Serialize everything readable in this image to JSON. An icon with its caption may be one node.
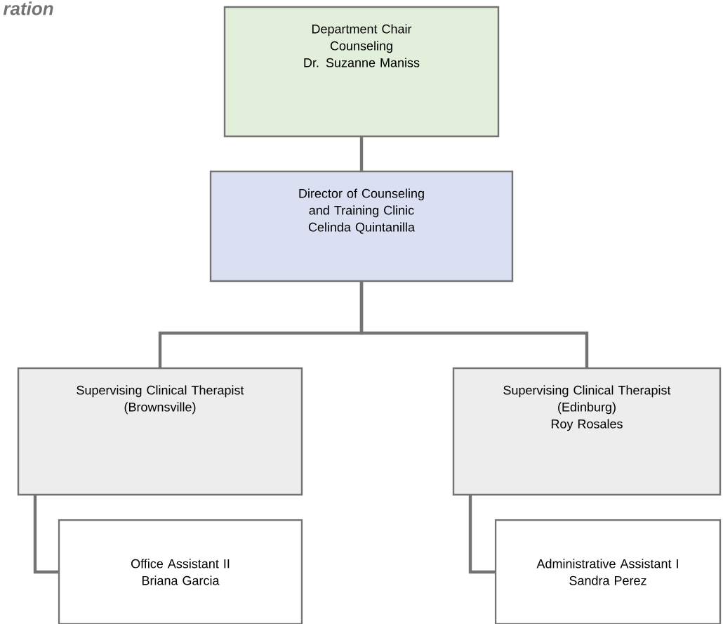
{
  "diagram": {
    "nodes": [
      {
        "text": [
          "Department Chair",
          "Counseling",
          "Dr. Suzanne Maniss"
        ]
      },
      {
        "text": [
          "Director of Counseling and Training Clinic",
          "Celinda Quintanilla"
        ]
      },
      {
        "text": [
          "Supervising Clinical Therapist",
          "(Brownsville)"
        ]
      },
      {
        "text": [
          "Supervising Clinical Therapist",
          "(Edinburg)",
          "Roy Rosales"
        ]
      },
      {
        "text": [
          "Office Assistant II",
          "Briana Garcia"
        ]
      },
      {
        "text": [
          "Administrative Assistant I",
          "Sandra Perez"
        ]
      }
    ],
    "edges": [
      {
        "from": 0,
        "to": 1,
        "arrow": "none"
      },
      {
        "from": 1,
        "to": 2,
        "arrow": "none"
      },
      {
        "from": 1,
        "to": 3,
        "arrow": "none"
      },
      {
        "from": 2,
        "to": 4,
        "arrow": "none"
      },
      {
        "from": 3,
        "to": 5,
        "arrow": "none"
      }
    ],
    "labels": [
      "ration"
    ]
  }
}
